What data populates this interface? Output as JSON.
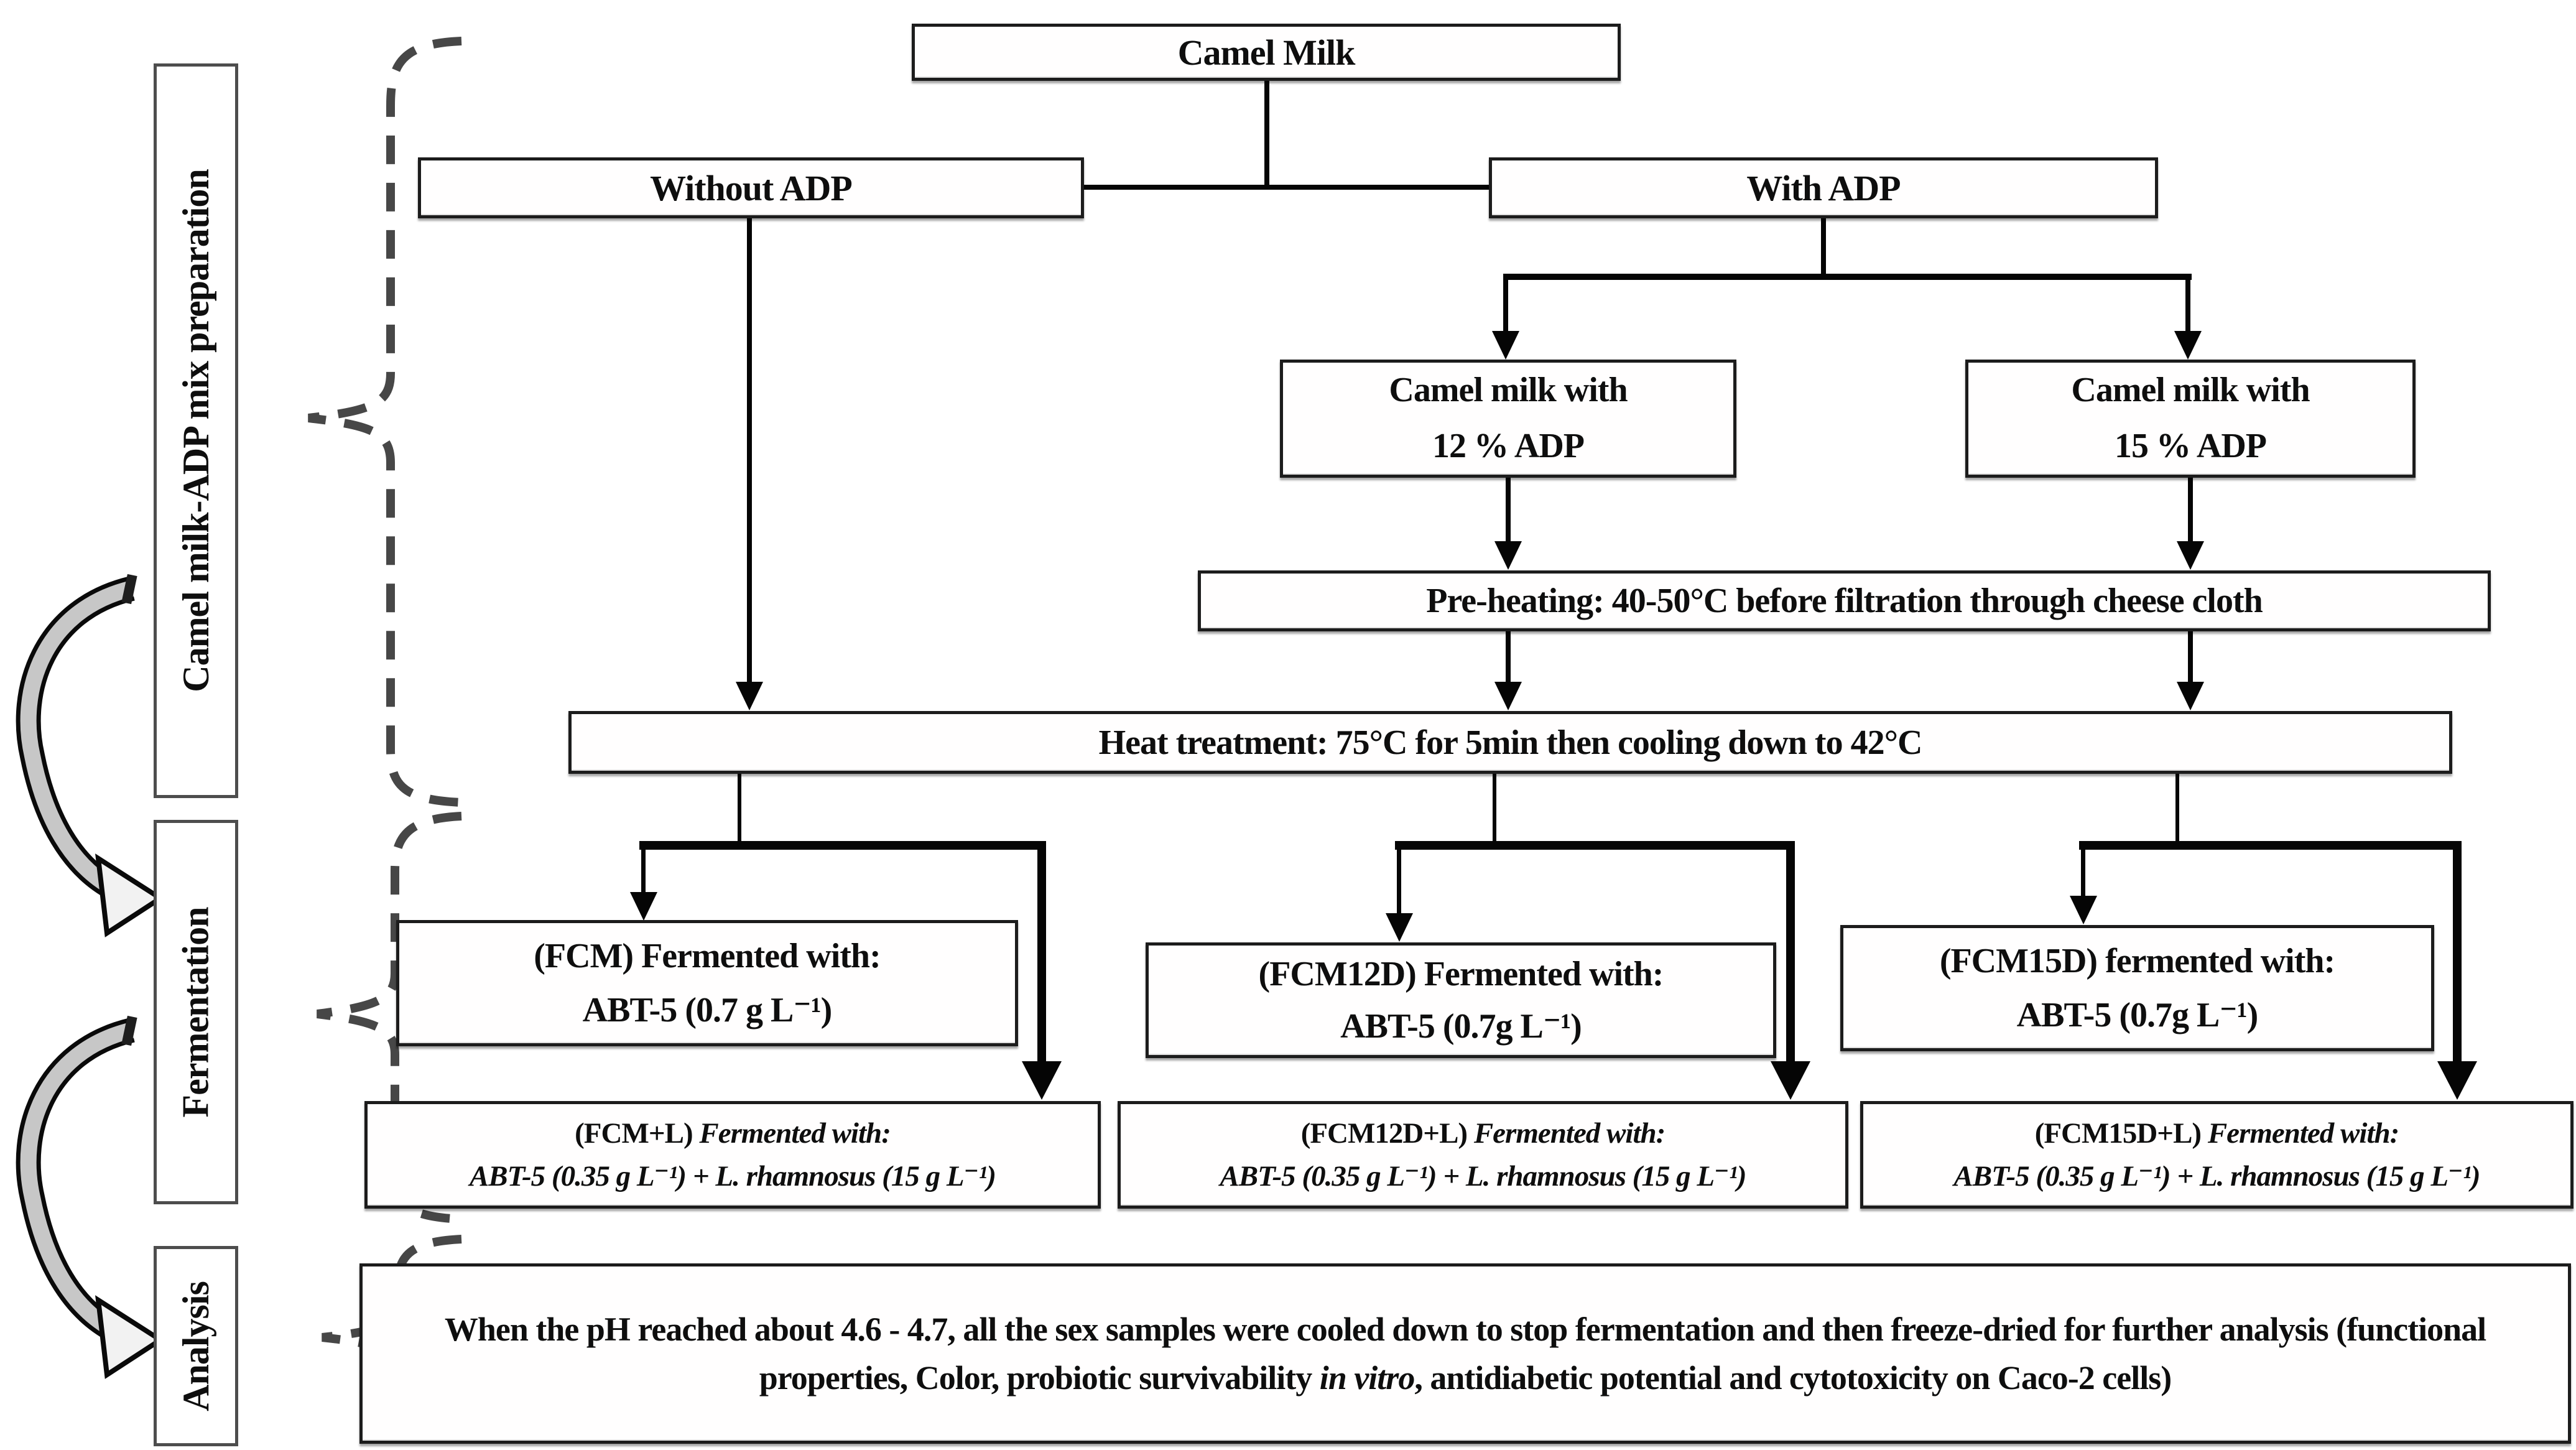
{
  "figure": {
    "stages": {
      "preparation": "Camel milk-ADP mix preparation",
      "fermentation": "Fermentation",
      "analysis": "Analysis"
    },
    "nodes": {
      "camel_milk": "Camel Milk",
      "without_adp": "Without ADP",
      "with_adp": "With ADP",
      "milk12": {
        "line1": "Camel milk with",
        "line2": "12 % ADP"
      },
      "milk15": {
        "line1": "Camel milk with",
        "line2": "15 % ADP"
      },
      "preheating": "Pre-heating: 40-50°C before filtration through cheese cloth",
      "heat_treatment": "Heat treatment: 75°C for 5min then cooling down to 42°C",
      "fcm": {
        "line1": "(FCM) Fermented with:",
        "line2": "ABT-5 (0.7 g L⁻¹)"
      },
      "fcm12d": {
        "line1": "(FCM12D) Fermented with:",
        "line2": "ABT-5 (0.7g L⁻¹)"
      },
      "fcm15d": {
        "line1": "(FCM15D) fermented with:",
        "line2": "ABT-5 (0.7g L⁻¹)"
      },
      "fcm_l": {
        "label": "(FCM+L) ",
        "line1_rest": "Fermented with:",
        "line2": "ABT-5 (0.35 g L⁻¹) + L. rhamnosus (15 g L⁻¹)"
      },
      "fcm12d_l": {
        "label": "(FCM12D+L) ",
        "line1_rest": "Fermented with:",
        "line2": "ABT-5 (0.35 g L⁻¹) + L. rhamnosus (15 g L⁻¹)"
      },
      "fcm15d_l": {
        "label": "(FCM15D+L) ",
        "line1_rest": "Fermented with:",
        "line2": "ABT-5 (0.35 g L⁻¹) + L. rhamnosus (15 g L⁻¹)"
      },
      "analysis_note": {
        "part1": "When the pH reached about 4.6 - 4.7, all the sex samples were cooled down to stop fermentation and then freeze-dried for further analysis (functional properties, Color, probiotic survivability ",
        "italic": "in vitro",
        "part2": ", antidiabetic potential and cytotoxicity on Caco-2 cells)"
      }
    },
    "colors": {
      "line_black": "#050505",
      "box_border": "#1c1c1c",
      "stage_border": "#4d4d4d",
      "brace_gray": "#474747",
      "arrow_band_gray": "#c7c7c7",
      "arrow_head_fill": "#f2f2f2"
    }
  }
}
